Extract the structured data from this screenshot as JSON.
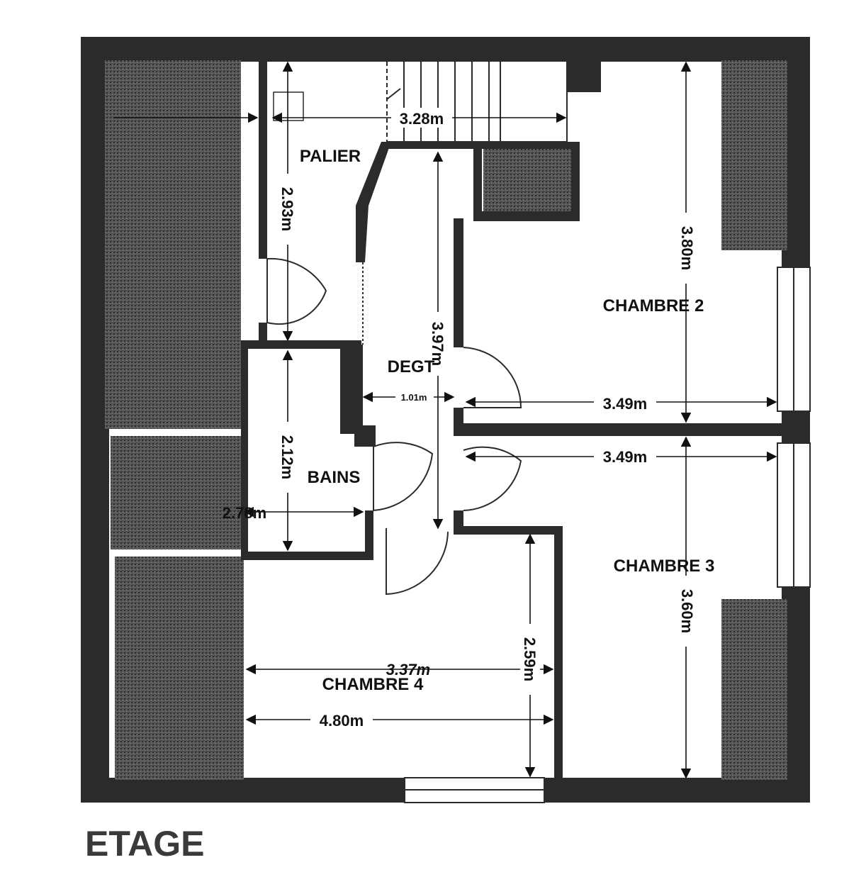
{
  "floor_title": "ETAGE",
  "rooms": {
    "palier": "PALIER",
    "degt": "DEGT",
    "bains": "BAINS",
    "chambre2": "CHAMBRE 2",
    "chambre3": "CHAMBRE 3",
    "chambre4": "CHAMBRE 4"
  },
  "dimensions": {
    "palier_width": "3.28m",
    "palier_depth": "2.93m",
    "degt_length": "3.97m",
    "degt_width": "1.01m",
    "ch2_width": "3.49m",
    "ch2_depth": "3.80m",
    "ch3_width": "3.49m",
    "ch3_depth": "3.60m",
    "bains_depth": "2.12m",
    "bains_width": "2.78m",
    "ch4_width_a": "3.37m",
    "ch4_width_b": "4.80m",
    "ch4_depth": "2.59m"
  },
  "colors": {
    "wall": "#2b2b2b",
    "hatch": "#505050",
    "ink": "#111111",
    "floor_title": "#3a3a3a"
  }
}
